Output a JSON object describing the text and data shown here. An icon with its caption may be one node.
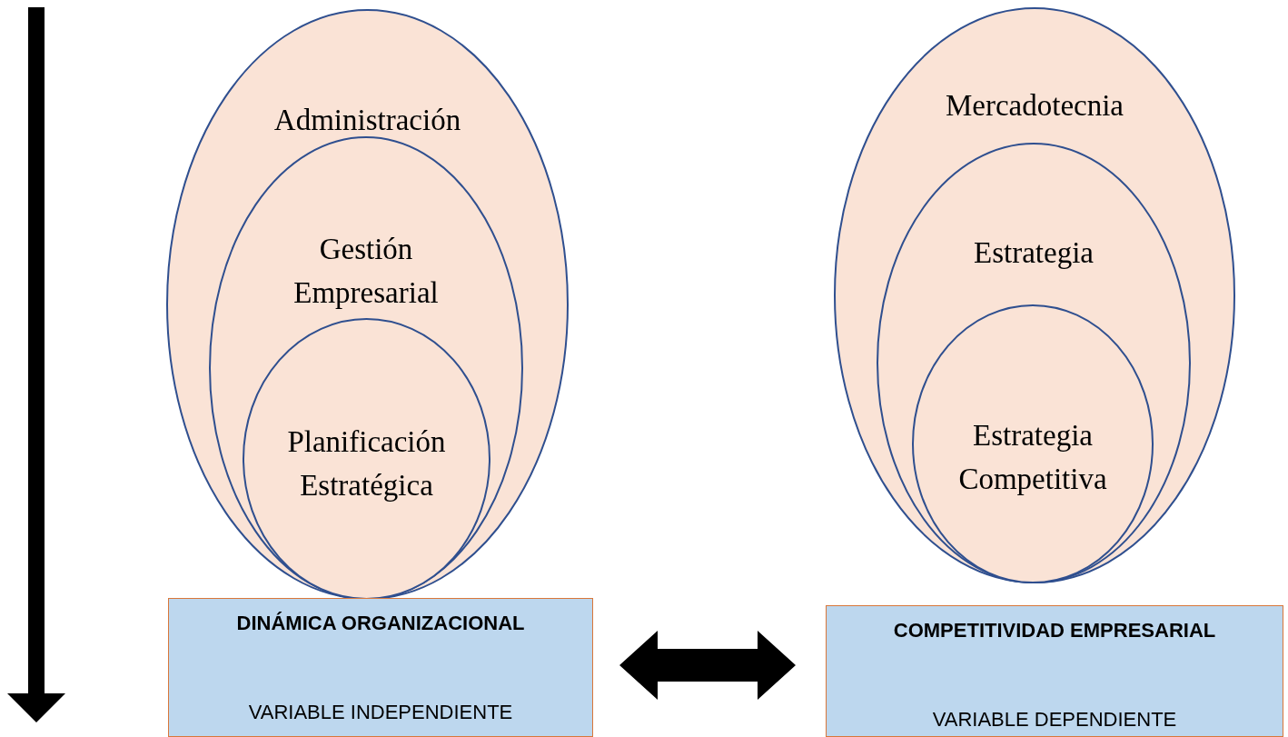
{
  "diagram": {
    "nodes": [
      {
        "text": [
          "Administración"
        ]
      },
      {
        "text": [
          "Gestión Empresarial"
        ],
        "in": 0
      },
      {
        "text": [
          "Planificación Estratégica"
        ],
        "in": 1
      },
      {
        "text": [
          "Mercadotecnia"
        ]
      },
      {
        "text": [
          "Estrategia"
        ],
        "in": 3
      },
      {
        "text": [
          "Estrategia Competitiva"
        ],
        "in": 4
      },
      {
        "text": [
          "DINÁMICA ORGANIZACIONAL",
          "VARIABLE INDEPENDIENTE"
        ]
      },
      {
        "text": [
          "COMPETITIVIDAD EMPRESARIAL",
          "VARIABLE DEPENDIENTE"
        ]
      }
    ],
    "edges": [
      {
        "from": 6,
        "to": 7,
        "arrow": "both",
        "style": "thick"
      }
    ]
  }
}
